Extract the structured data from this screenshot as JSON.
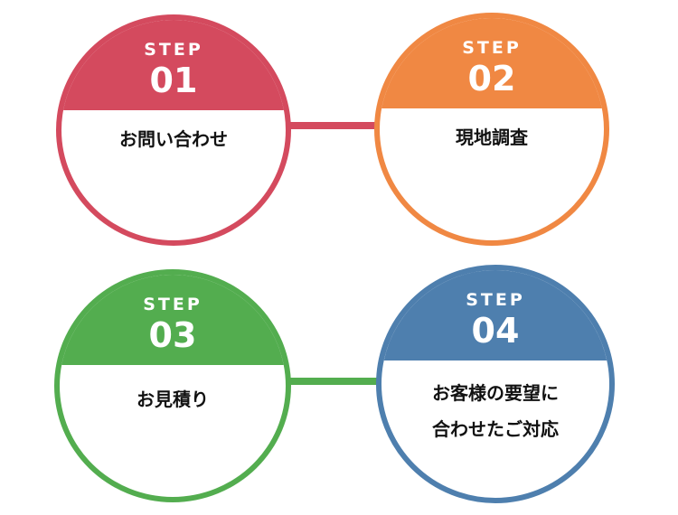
{
  "colors": {
    "step1": "#d44a5e",
    "step2": "#f08843",
    "step3": "#53ad4f",
    "step4": "#4e7fae"
  },
  "steps": [
    {
      "word": "STEP",
      "number": "01",
      "label": "お問い合わせ"
    },
    {
      "word": "STEP",
      "number": "02",
      "label": "現地調査"
    },
    {
      "word": "STEP",
      "number": "03",
      "label": "お見積り"
    },
    {
      "word": "STEP",
      "number": "04",
      "label": "お客様の要望に\n合わせたご対応"
    }
  ]
}
